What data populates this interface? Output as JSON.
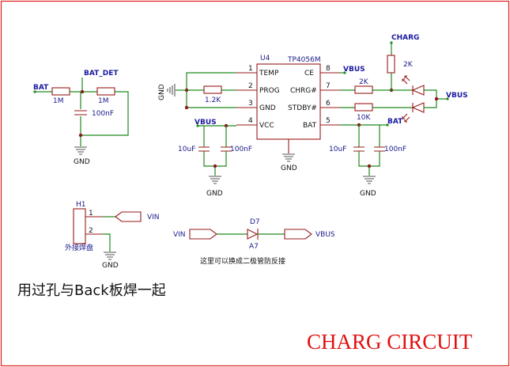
{
  "border_color": "#e02020",
  "wire_color": "#1e8a1e",
  "component_color": "#9a1a1a",
  "bat_section": {
    "net_in": "BAT",
    "net_det": "BAT_DET",
    "r1_value": "1M",
    "r2_value": "1M",
    "cap_value": "100nF",
    "gnd_label": "GND"
  },
  "ic": {
    "ref": "U4",
    "part": "TP4056M",
    "pins_left": [
      {
        "num": "1",
        "name": "TEMP"
      },
      {
        "num": "2",
        "name": "PROG"
      },
      {
        "num": "3",
        "name": "GND"
      },
      {
        "num": "4",
        "name": "VCC"
      }
    ],
    "pins_right": [
      {
        "num": "8",
        "name": "CE"
      },
      {
        "num": "7",
        "name": "CHRG#"
      },
      {
        "num": "6",
        "name": "STDBY#"
      },
      {
        "num": "5",
        "name": "BAT"
      }
    ]
  },
  "prog": {
    "gnd_label": "GND",
    "r_value": "1.2K"
  },
  "vcc_side": {
    "net": "VBUS",
    "cap1": "10uF",
    "cap2": "100nF",
    "gnd_label": "GND"
  },
  "ic_gnd_label": "GND",
  "ce_net": "VBUS",
  "led_section": {
    "charg_net": "CHARG",
    "r_top": "2K",
    "r_chrg": "2K",
    "r_stdby": "10K",
    "vbus_net": "VBUS"
  },
  "bat_out": {
    "net": "BAT",
    "cap1": "10uF",
    "cap2": "100nF",
    "gnd_label": "GND"
  },
  "header": {
    "ref": "H1",
    "pin1": "1",
    "pin2": "2",
    "vin_net": "VIN",
    "gnd_label": "GND",
    "caption": "外接焊盘"
  },
  "diode": {
    "ref": "D7",
    "part": "A7",
    "in_net": "VIN",
    "out_net": "VBUS",
    "note": "这里可以换成二极管防反接"
  },
  "bottom_note": "用过孔与Back板焊一起",
  "title": "CHARG CIRCUIT"
}
